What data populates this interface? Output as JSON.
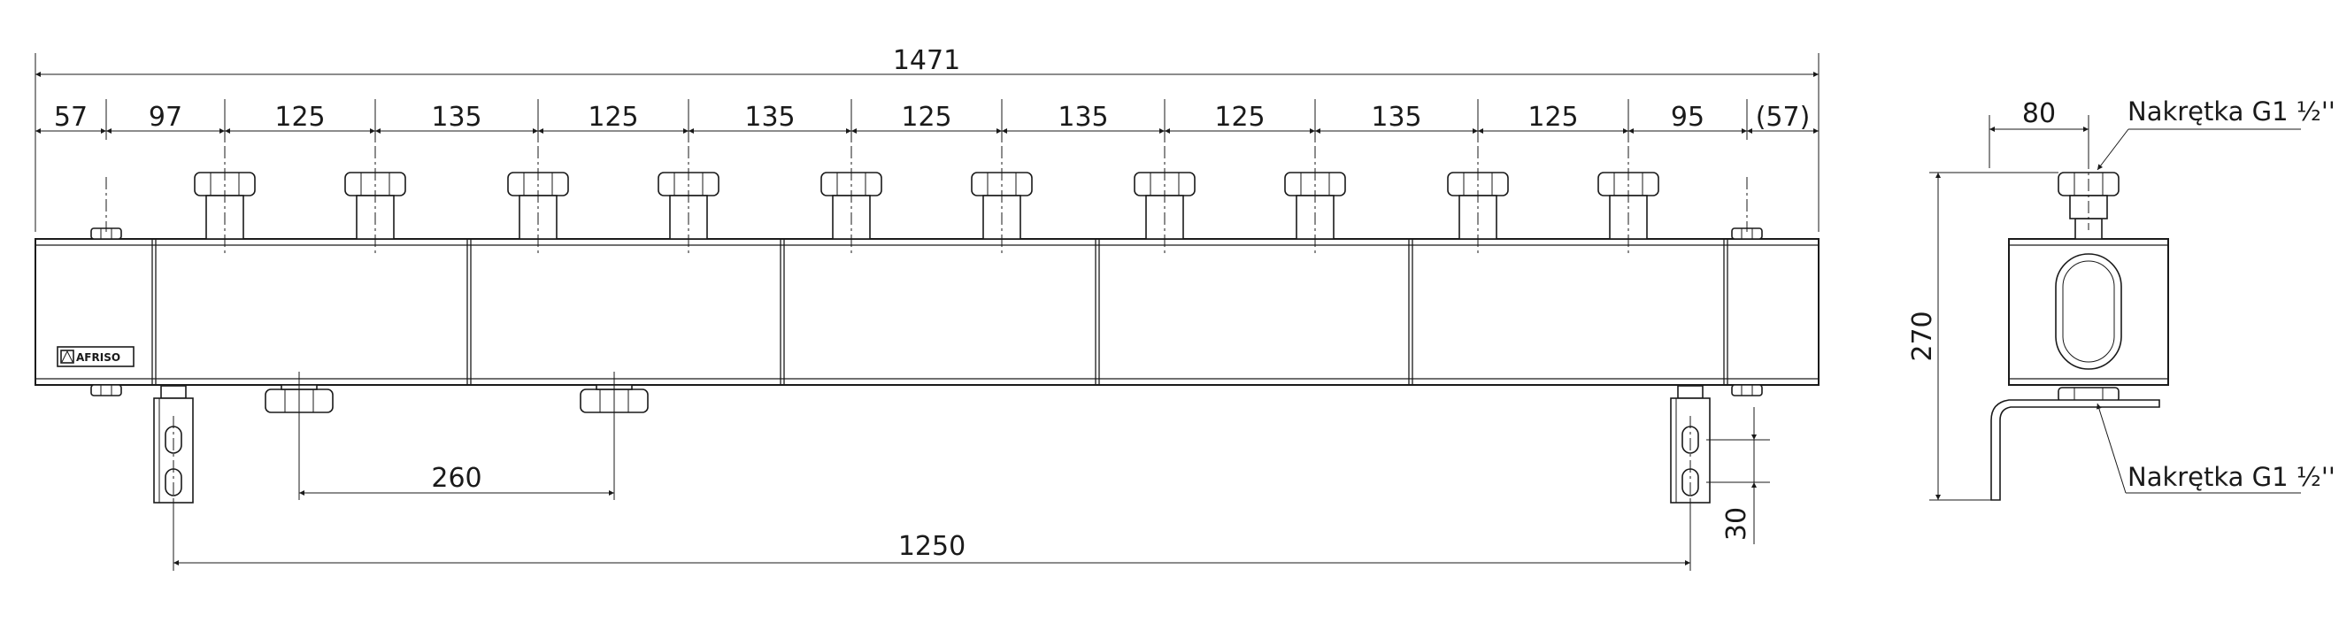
{
  "dimensions": {
    "overall": "1471",
    "segments": [
      "57",
      "97",
      "125",
      "135",
      "125",
      "135",
      "125",
      "135",
      "125",
      "135",
      "125",
      "95",
      "(57)"
    ],
    "bottom_pipe_spacing": "260",
    "bracket_spacing": "1250",
    "bracket_slot_spacing": "30",
    "side_width": "80",
    "side_height": "270"
  },
  "labels": {
    "nut_top": "Nakrętka G1 ½''",
    "nut_bottom": "Nakrętka G1 ½''"
  },
  "logo": {
    "text": "AFRISO"
  }
}
